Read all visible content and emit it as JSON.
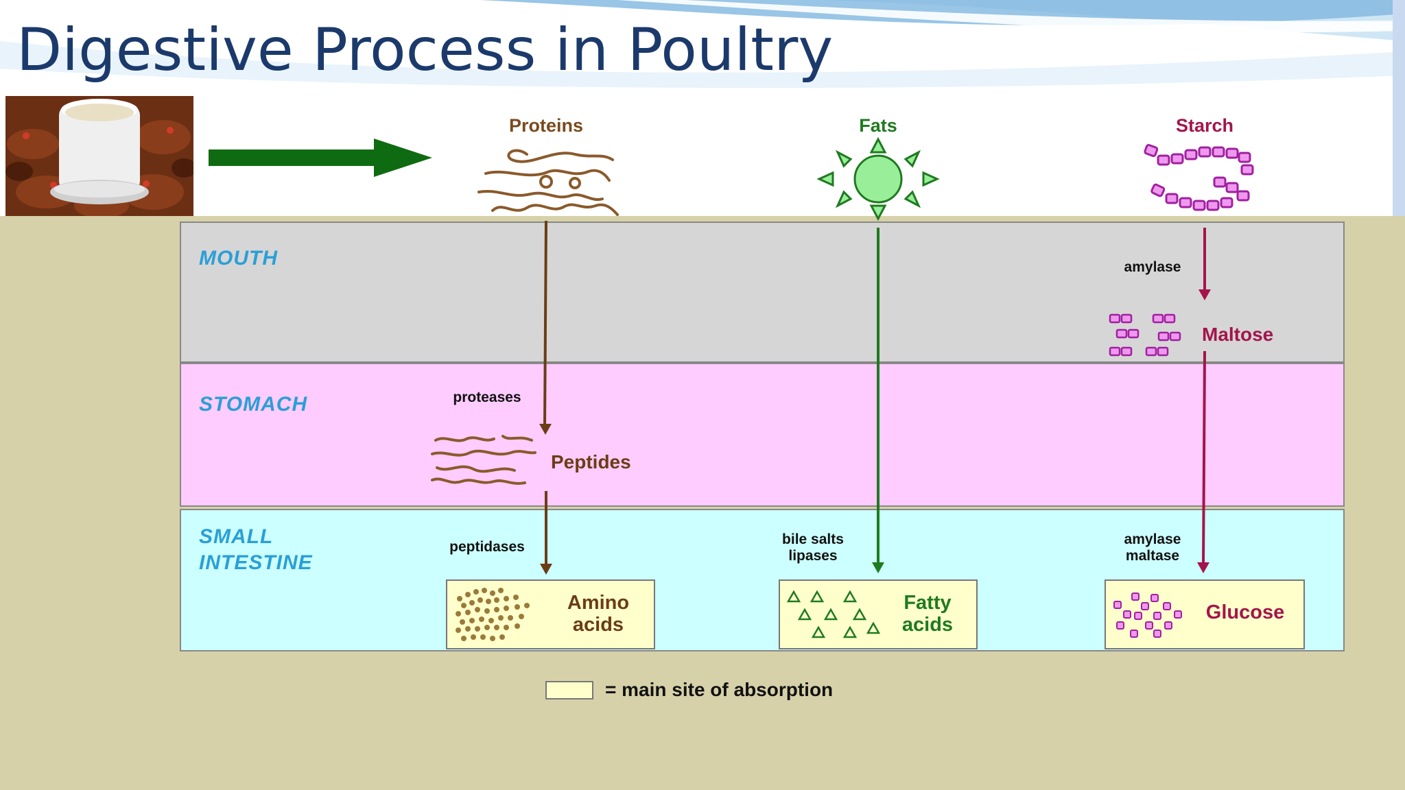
{
  "slide": {
    "title": "Digestive Process in Poultry"
  },
  "foods": {
    "proteins": "Proteins",
    "fats": "Fats",
    "starch": "Starch"
  },
  "zones": {
    "mouth": "MOUTH",
    "stomach": "STOMACH",
    "small_intestine": "SMALL\nINTESTINE"
  },
  "enzymes": {
    "amylase_mouth": "amylase",
    "proteases": "proteases",
    "peptidases": "peptidases",
    "bile_lipases": "bile salts\nlipases",
    "amylase_maltase": "amylase\nmaltase"
  },
  "intermediates": {
    "maltose": "Maltose",
    "peptides": "Peptides"
  },
  "absorption_products": {
    "amino_acids": "Amino\nacids",
    "fatty_acids": "Fatty\nacids",
    "glucose": "Glucose"
  },
  "legend": {
    "text": "= main site of absorption"
  },
  "colors": {
    "mouth": "#d6d6d6",
    "stomach": "#ffccff",
    "small_intestine": "#ccffff",
    "absorption_box": "#ffffcc",
    "protein_path": "#7a4a1e",
    "fat_path": "#1f7a1f",
    "starch_path": "#a3154a",
    "zone_label": "#2a9fd6",
    "title": "#1b3a6b",
    "green_arrow": "#0e6b12"
  }
}
